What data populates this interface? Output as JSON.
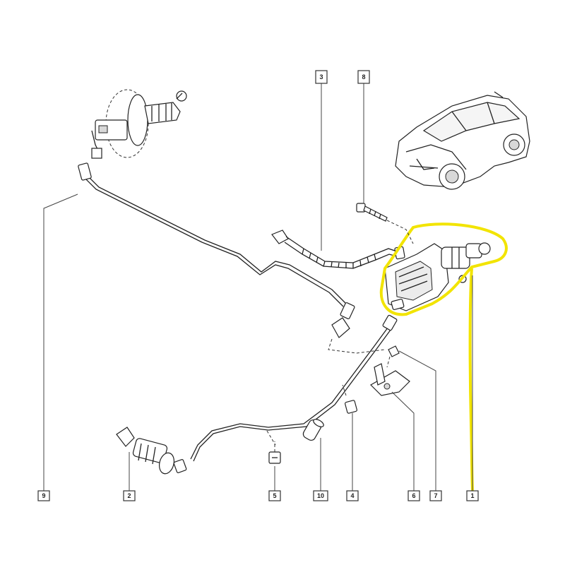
{
  "diagram": {
    "callouts": [
      {
        "id": "c1",
        "label": "1"
      },
      {
        "id": "c2",
        "label": "2"
      },
      {
        "id": "c3",
        "label": "3"
      },
      {
        "id": "c4",
        "label": "4"
      },
      {
        "id": "c5",
        "label": "5"
      },
      {
        "id": "c6",
        "label": "6"
      },
      {
        "id": "c7",
        "label": "7"
      },
      {
        "id": "c8",
        "label": "8"
      },
      {
        "id": "c9",
        "label": "9"
      },
      {
        "id": "c10",
        "label": "10"
      }
    ],
    "highlight_color": "#f2e400",
    "icons": [
      "car-illustration-icon",
      "master-cylinder-icon",
      "slave-cylinder-icon",
      "brake-booster-icon",
      "bolt-icon",
      "clip-icon",
      "bracket-icon",
      "sleeve-icon"
    ]
  }
}
